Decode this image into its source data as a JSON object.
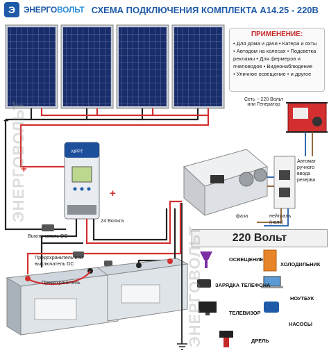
{
  "header": {
    "logo_letter": "Э",
    "brand_part1": "ЭНЕРГО",
    "brand_part2": "ВОЛЬТ",
    "title": "СХЕМА ПОДКЛЮЧЕНИЯ КОМПЛЕКТА А14.25 - 220В"
  },
  "application": {
    "title": "ПРИМЕНЕНИЕ:",
    "lines": [
      "• Для дома и дачи • Катера и яхты",
      "• Автодом на колесах • Подсветка",
      "рекламы • Для фермеров и",
      "пчеловодов • Видеонаблюдение",
      "• Уличное освещение • и другое"
    ]
  },
  "labels": {
    "grid_generator": "Сеть ~ 220 Вольт\nили Генератор",
    "reserve_breaker": "Автомат\nручного\nввода\nрезерва",
    "phase": "фаза",
    "neutral": "нейтраль\n(ноль)",
    "voltage_24": "24 Вольта",
    "dc_switch": "Выключатель DC",
    "fuse_or_breaker": "Предохранитель или\nвыключатель DC",
    "fuse": "Предохранитель",
    "controller_brand": "MPPT",
    "plus_sign": "+",
    "minus_sign": "−"
  },
  "ac_output": {
    "title": "220 Вольт"
  },
  "appliances": [
    {
      "name": "ОСВЕЩЕНИЕ"
    },
    {
      "name": "ХОЛОДИЛЬНИК"
    },
    {
      "name": "ЗАРЯДКА ТЕЛЕФОНА"
    },
    {
      "name": "НОУТБУК"
    },
    {
      "name": "ТЕЛЕВИЗОР"
    },
    {
      "name": "НАСОСЫ"
    },
    {
      "name": "ДРЕЛЬ"
    }
  ],
  "watermark": "ЭНЕРГОВОЛЬТ",
  "colors": {
    "brand_blue": "#1e5aa8",
    "wire_red": "#d32f2f",
    "wire_black": "#222222",
    "panel_cell": "#1a2d6b"
  }
}
